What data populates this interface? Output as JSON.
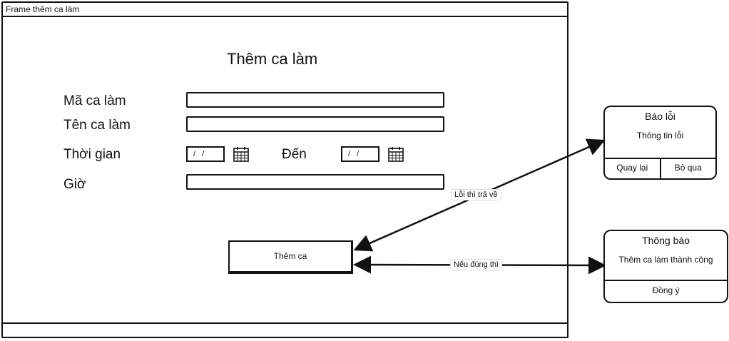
{
  "window": {
    "title": "Frame thêm ca làm"
  },
  "form": {
    "title": "Thêm ca làm",
    "ma_label": "Mã ca làm",
    "ma_value": "",
    "ten_label": "Tên ca làm",
    "ten_value": "",
    "thoigian_label": "Thời gian",
    "date_from": "/ /",
    "den_label": "Đến",
    "date_to": "/ /",
    "gio_label": "Giờ",
    "gio_value": "",
    "submit_label": "Thêm ca"
  },
  "error_dialog": {
    "title": "Báo lỗi",
    "message": "Thông tin lỗi",
    "back_label": "Quay lại",
    "skip_label": "Bỏ qua"
  },
  "success_dialog": {
    "title": "Thông báo",
    "message": "Thêm ca làm thành công",
    "ok_label": "Đồng ý"
  },
  "flows": {
    "error_label": "Lỗi thì trả về",
    "success_label": "Nếu đúng thì"
  },
  "icons": {
    "calendar": "calendar-icon"
  }
}
